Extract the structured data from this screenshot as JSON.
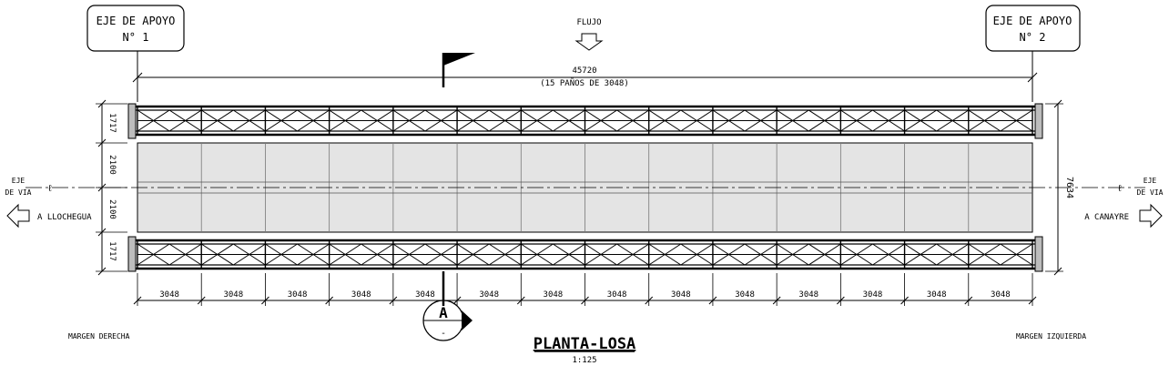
{
  "supports": {
    "left": {
      "line1": "EJE DE APOYO",
      "line2": "N° 1"
    },
    "right": {
      "line1": "EJE DE APOYO",
      "line2": "N° 2"
    }
  },
  "flow": {
    "label": "FLUJO"
  },
  "overall_dim": {
    "total": "45720",
    "detail": "(15 PAÑOS DE 3048)"
  },
  "panel_dims": [
    "3048",
    "3048",
    "3048",
    "3048",
    "3048",
    "3048",
    "3048",
    "3048",
    "3048",
    "3048",
    "3048",
    "3048",
    "3048",
    "3048"
  ],
  "left_dims": [
    "1717",
    "2100",
    "2100",
    "1717"
  ],
  "right_dim": "7634",
  "axis": {
    "left_label_1": "EJE",
    "left_label_2": "DE VIA",
    "right_label_1": "EJE",
    "right_label_2": "DE VIA",
    "left_dir": "A LLOCHEGUA",
    "right_dir": "A CANAYRE"
  },
  "section_marker": {
    "letter": "A",
    "sub": "-"
  },
  "margins": {
    "left": "MARGEN DERECHA",
    "right": "MARGEN IZQUIERDA"
  },
  "title": {
    "main": "PLANTA-LOSA",
    "scale": "1:125"
  }
}
